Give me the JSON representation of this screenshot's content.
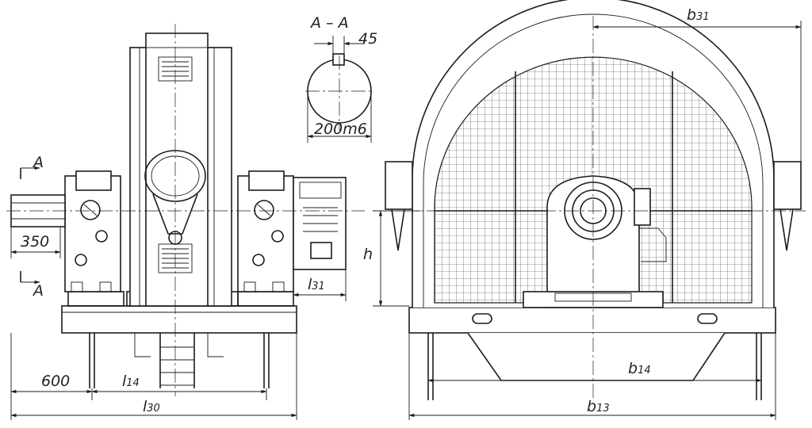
{
  "drawing": {
    "section_title": "A – A",
    "section_width_dim": "45",
    "shaft_diameter": "200m6",
    "left_view": {
      "section_mark_top": "A",
      "section_mark_bottom": "A",
      "dim_shaft_extension": "350",
      "dim_l31": {
        "main": "l",
        "sub": "31"
      },
      "dim_600": "600",
      "dim_l14": {
        "main": "l",
        "sub": "14"
      },
      "dim_l30": {
        "main": "l",
        "sub": "30"
      }
    },
    "right_view": {
      "dim_b31": {
        "main": "b",
        "sub": "31"
      },
      "dim_h": "h",
      "dim_b14": {
        "main": "b",
        "sub": "14"
      },
      "dim_b13": {
        "main": "b",
        "sub": "13"
      }
    }
  }
}
